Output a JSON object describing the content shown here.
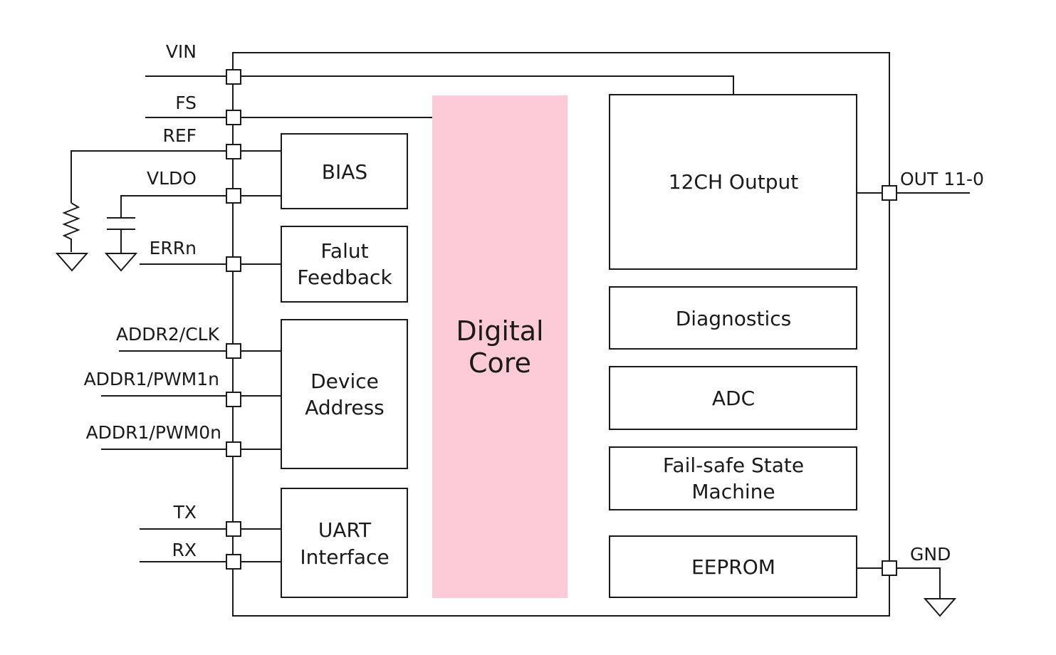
{
  "pins_left": {
    "vin": "VIN",
    "fs": "FS",
    "ref": "REF",
    "vldo": "VLDO",
    "errn": "ERRn",
    "addr2_clk": "ADDR2/CLK",
    "addr1_pwm1n": "ADDR1/PWM1n",
    "addr1_pwm0n": "ADDR1/PWM0n",
    "tx": "TX",
    "rx": "RX"
  },
  "pins_right": {
    "out": "OUT 11-0",
    "gnd": "GND"
  },
  "blocks": {
    "bias": "BIAS",
    "fault_feedback": [
      "Falut",
      "Feedback"
    ],
    "device_address": [
      "Device",
      "Address"
    ],
    "uart_interface": [
      "UART",
      "Interface"
    ],
    "digital_core": [
      "Digital",
      "Core"
    ],
    "output_12ch": "12CH Output",
    "diagnostics": "Diagnostics",
    "adc": "ADC",
    "fail_safe": [
      "Fail-safe State",
      "Machine"
    ],
    "eeprom": "EEPROM"
  },
  "colors": {
    "digital_core_fill": "#fccbd7",
    "line": "#1a1a1a"
  }
}
